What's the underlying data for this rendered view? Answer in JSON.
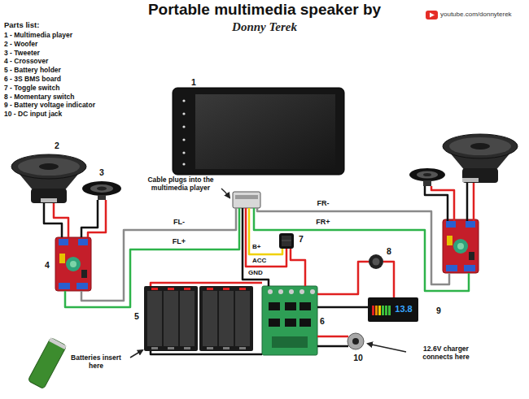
{
  "diagram": {
    "title": "Portable multimedia speaker by",
    "labels": [
      "Donny Terek",
      "youtube.com/donnyterek",
      "Parts list:",
      "1 - Multimedia player",
      "2 - Woofer",
      "3 - Tweeter",
      "4 - Crossover",
      "5 - Battery holder",
      "6 - 3S BMS board",
      "7 - Toggle switch",
      "8 - Momentary switch",
      "9 - Battery voltage indicator",
      "10 - DC input jack",
      "1",
      "2",
      "3",
      "4",
      "5",
      "6",
      "7",
      "8",
      "9",
      "10",
      "Cable plugs into the multimedia player",
      "FL-",
      "FL+",
      "FR-",
      "FR+",
      "B+",
      "ACC",
      "GND",
      "Batteries insert here",
      "12.6V charger connects here",
      "13.8"
    ]
  }
}
